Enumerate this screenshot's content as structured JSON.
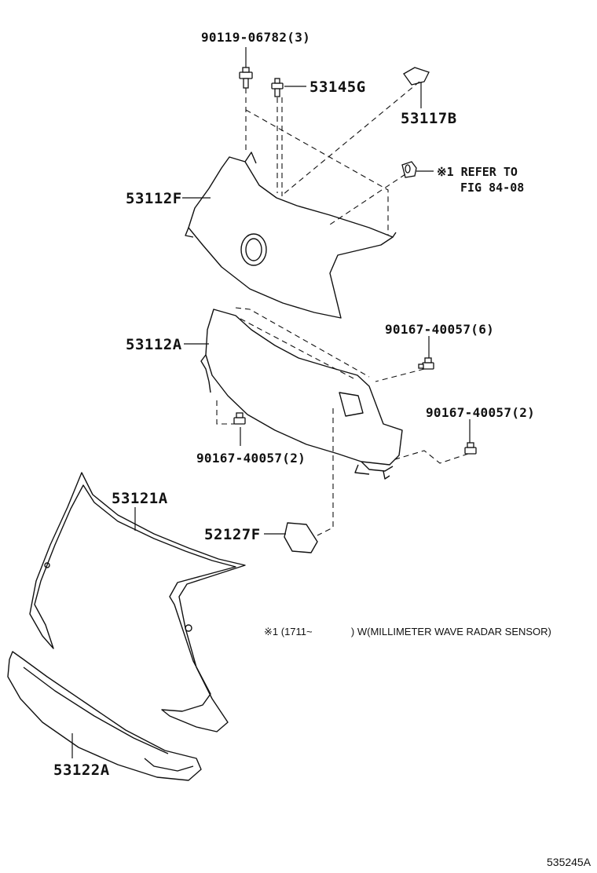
{
  "labels": {
    "p90119": "90119-06782(3)",
    "p53145g": "53145G",
    "p53117b": "53117B",
    "p53112f": "53112F",
    "ref_marker": "※1",
    "ref_line1": "REFER TO",
    "ref_line2": "FIG 84-08",
    "p53112a": "53112A",
    "p90167_6": "90167-40057(6)",
    "p90167_2_right": "90167-40057(2)",
    "p90167_2_left": "90167-40057(2)",
    "p53121a": "53121A",
    "p52127f": "52127F",
    "p53122a": "53122A"
  },
  "footnote": {
    "marker": "※1",
    "range_start": "(1711~",
    "range_end": ")",
    "condition": "W(MILLIMETER WAVE RADAR SENSOR)"
  },
  "diagram_code": "535245A"
}
